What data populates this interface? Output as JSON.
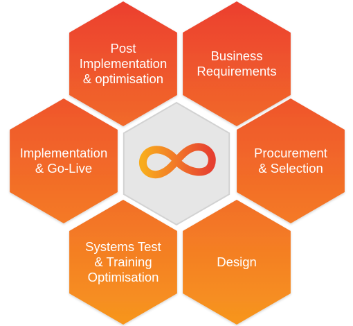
{
  "diagram": {
    "center": {
      "icon": "infinity-loop-icon"
    },
    "stages": [
      {
        "id": "post-implementation",
        "lines": [
          "Post",
          "Implementation",
          "& optimisation"
        ]
      },
      {
        "id": "business-requirements",
        "lines": [
          "Business",
          "Requirements"
        ]
      },
      {
        "id": "implementation-go-live",
        "lines": [
          "Implementation",
          "& Go-Live"
        ]
      },
      {
        "id": "procurement-selection",
        "lines": [
          "Procurement",
          "& Selection"
        ]
      },
      {
        "id": "systems-test-training",
        "lines": [
          "Systems Test",
          "& Training",
          "Optimisation"
        ]
      },
      {
        "id": "design",
        "lines": [
          "Design"
        ]
      }
    ]
  },
  "colors": {
    "hex_top": "#ee4a2e",
    "hex_mid": "#f06a2a",
    "hex_bottom": "#f5951f",
    "center_fill": "#e6e6e6",
    "center_stroke": "#d4d4d4",
    "infinity_left": "#f7a51e",
    "infinity_right": "#e8452f"
  }
}
